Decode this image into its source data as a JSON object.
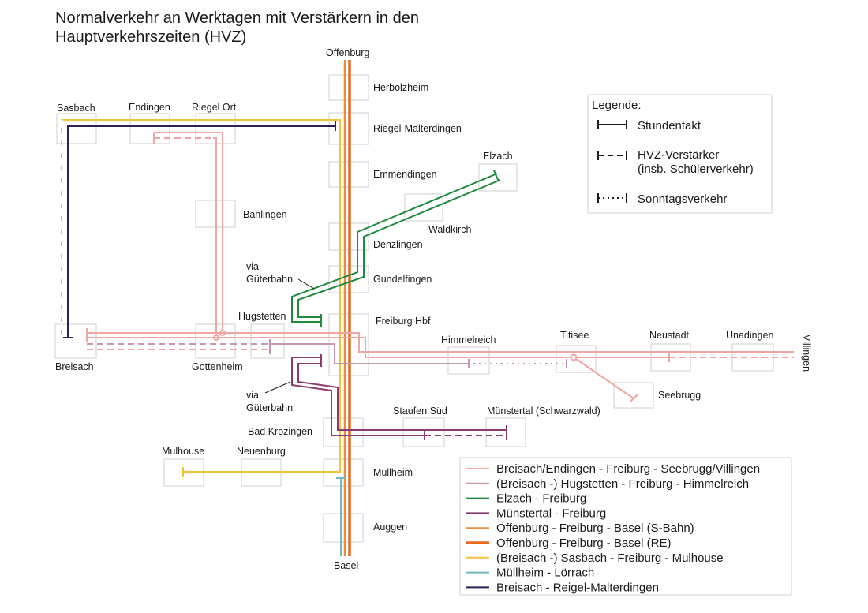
{
  "title": {
    "line1": "Normalverkehr an Werktagen mit Verstärkern in den",
    "line2": "Hauptverkehrszeiten (HVZ)"
  },
  "stations": {
    "offenburg": "Offenburg",
    "herbolzheim": "Herbolzheim",
    "riegel_malterdingen": "Riegel-Malterdingen",
    "emmendingen": "Emmendingen",
    "denzlingen": "Denzlingen",
    "gundelfingen": "Gundelfingen",
    "freiburg": "Freiburg Hbf",
    "bad_krozingen": "Bad Krozingen",
    "muellheim": "Müllheim",
    "auggen": "Auggen",
    "basel": "Basel",
    "sasbach": "Sasbach",
    "endingen": "Endingen",
    "riegel_ort": "Riegel Ort",
    "bahlingen": "Bahlingen",
    "breisach": "Breisach",
    "gottenheim": "Gottenheim",
    "hugstetten": "Hugstetten",
    "elzach": "Elzach",
    "waldkirch": "Waldkirch",
    "himmelreich": "Himmelreich",
    "titisee": "Titisee",
    "neustadt": "Neustadt",
    "unadingen": "Unadingen",
    "villingen": "Villingen",
    "seebrugg": "Seebrugg",
    "staufen": "Staufen Süd",
    "muenstertal": "Münstertal (Schwarzwald)",
    "mulhouse": "Mulhouse",
    "neuenburg": "Neuenburg"
  },
  "annotations": {
    "via_gueterbahn_1a": "via",
    "via_gueterbahn_1b": "Güterbahn",
    "via_gueterbahn_2a": "via",
    "via_gueterbahn_2b": "Güterbahn"
  },
  "legend_top": {
    "title": "Legende:",
    "items": [
      {
        "style": "solid",
        "label": "Stundentakt"
      },
      {
        "style": "dashed",
        "label": "HVZ-Verstärker",
        "label2": "(insb. Schülerverkehr)"
      },
      {
        "style": "dotted",
        "label": "Sonntagsverkehr"
      }
    ]
  },
  "legend_lines": [
    {
      "color": "#f0a5a3",
      "label": "Breisach/Endingen - Freiburg - Seebrugg/Villingen"
    },
    {
      "color": "#c597b2",
      "label": "(Breisach -) Hugstetten - Freiburg - Himmelreich"
    },
    {
      "color": "#1e8a3c",
      "label": "Elzach - Freiburg"
    },
    {
      "color": "#8c3a72",
      "label": "Münstertal - Freiburg"
    },
    {
      "color": "#f08a3a",
      "label": "Offenburg - Freiburg - Basel (S-Bahn)"
    },
    {
      "color": "#e36b1b",
      "label": "Offenburg - Freiburg - Basel (RE)"
    },
    {
      "color": "#f5c23a",
      "label": "(Breisach -) Sasbach - Freiburg - Mulhouse"
    },
    {
      "color": "#6fb8bd",
      "label": "Müllheim - Lörrach"
    },
    {
      "color": "#2c2057",
      "label": "Breisach - Reigel-Malterdingen"
    }
  ]
}
